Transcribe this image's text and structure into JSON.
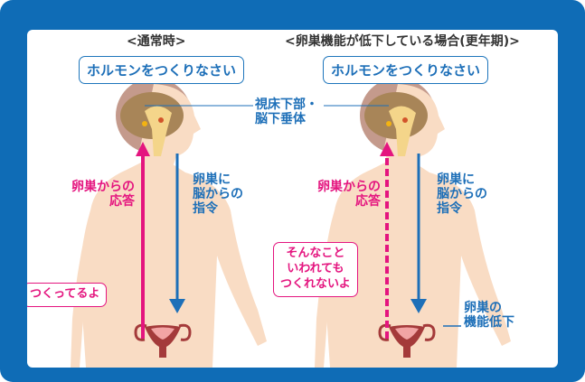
{
  "titles": {
    "normal": "<通常時>",
    "decline": "<卵巣機能が低下している場合(更年期)>"
  },
  "brain_bubble": {
    "left": "ホルモンをつくりなさい",
    "right": "ホルモンをつくりなさい"
  },
  "center_label": {
    "line1": "視床下部・",
    "line2": "脳下垂体"
  },
  "response_label": {
    "line1": "卵巣からの",
    "line2": "応答"
  },
  "command_label": {
    "line1": "卵巣に",
    "line2": "脳からの",
    "line3": "指令"
  },
  "ovary_bubble_left": "つくってるよ",
  "ovary_bubble_right": {
    "line1": "そんなこと",
    "line2": "いわれても",
    "line3": "つくれないよ"
  },
  "decline_label": {
    "line1": "卵巣の",
    "line2": "機能低下"
  },
  "colors": {
    "frame": "#0f6cb6",
    "blue": "#1d6fb8",
    "pink": "#e4157f",
    "skin": "#f9dcc4",
    "hair": "#c49a8c",
    "brain": "#a88558"
  }
}
